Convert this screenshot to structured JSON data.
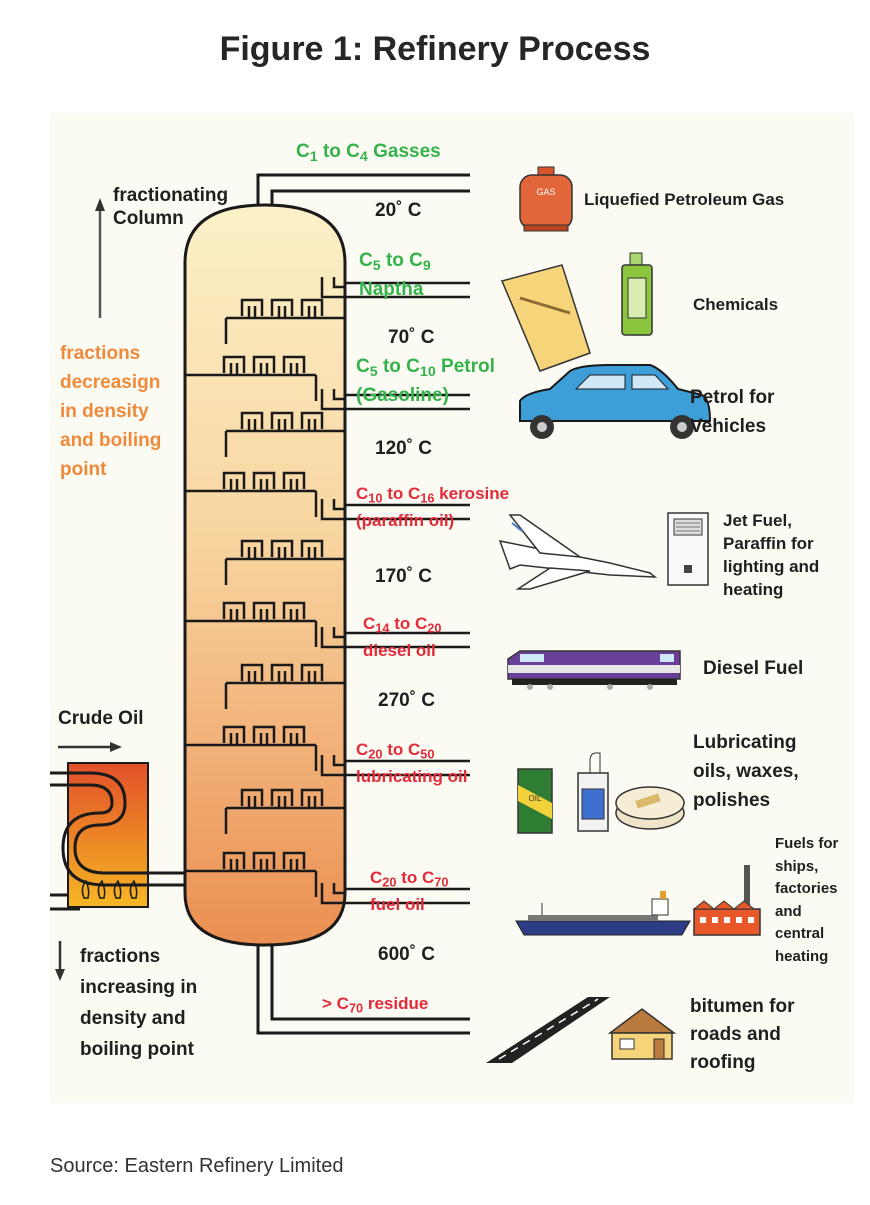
{
  "title": "Figure 1: Refinery Process",
  "source": "Source: Eastern Refinery Limited",
  "column": {
    "label_line1": "fractionating",
    "label_line2": "Column",
    "top_note": [
      "fractions",
      "decreasign",
      "in density",
      "and boiling",
      "point"
    ],
    "bottom_note": [
      "fractions",
      "increasing in",
      "density and",
      "boiling point"
    ],
    "input_label": "Crude Oil"
  },
  "temperatures": [
    "20˚ C",
    "70˚ C",
    "120˚ C",
    "170˚ C",
    "270˚ C",
    "600˚ C"
  ],
  "fractions": [
    {
      "c1": "1",
      "c2": "4",
      "suffix": " Gasses",
      "line2": ""
    },
    {
      "c1": "5",
      "c2": "9",
      "suffix": "",
      "line2": "Naptha"
    },
    {
      "c1": "5",
      "c2": "10",
      "suffix": " Petrol",
      "line2": "(Gasoline)"
    },
    {
      "c1": "10",
      "c2": "16",
      "suffix": " kerosine",
      "line2": "(paraffin oil)"
    },
    {
      "c1": "14",
      "c2": "20",
      "suffix": "",
      "line2": "diesel oil"
    },
    {
      "c1": "20",
      "c2": "50",
      "suffix": "",
      "line2": "lubricating oil"
    },
    {
      "c1": "20",
      "c2": "70",
      "suffix": "",
      "line2": "fuel oil"
    },
    {
      "prefix": "> C",
      "c1": "70",
      "suffix": " residue"
    }
  ],
  "joiner": " to C",
  "letter_c": "C",
  "products": [
    {
      "lines": [
        "Liquefied Petroleum Gas"
      ]
    },
    {
      "lines": [
        "Chemicals"
      ]
    },
    {
      "lines": [
        "Petrol for",
        "Vehicles"
      ]
    },
    {
      "lines": [
        "Jet Fuel,",
        "Paraffin for",
        "lighting and",
        "heating"
      ]
    },
    {
      "lines": [
        "Diesel Fuel"
      ]
    },
    {
      "lines": [
        "Lubricating",
        "oils, waxes,",
        "polishes"
      ]
    },
    {
      "lines": [
        "Fuels for",
        "ships,",
        "factories",
        "and",
        "central",
        "heating"
      ]
    },
    {
      "lines": [
        "bitumen for",
        "roads and",
        "roofing"
      ]
    }
  ],
  "icon_text": {
    "gas_cylinder": "GAS",
    "oil_can": "OIL"
  },
  "colors": {
    "column_top": "#fcf1c8",
    "column_bottom": "#eb8f52",
    "gas_label": "#33b34a",
    "oil_label": "#e32b3a",
    "note": "#ef8a3a"
  }
}
